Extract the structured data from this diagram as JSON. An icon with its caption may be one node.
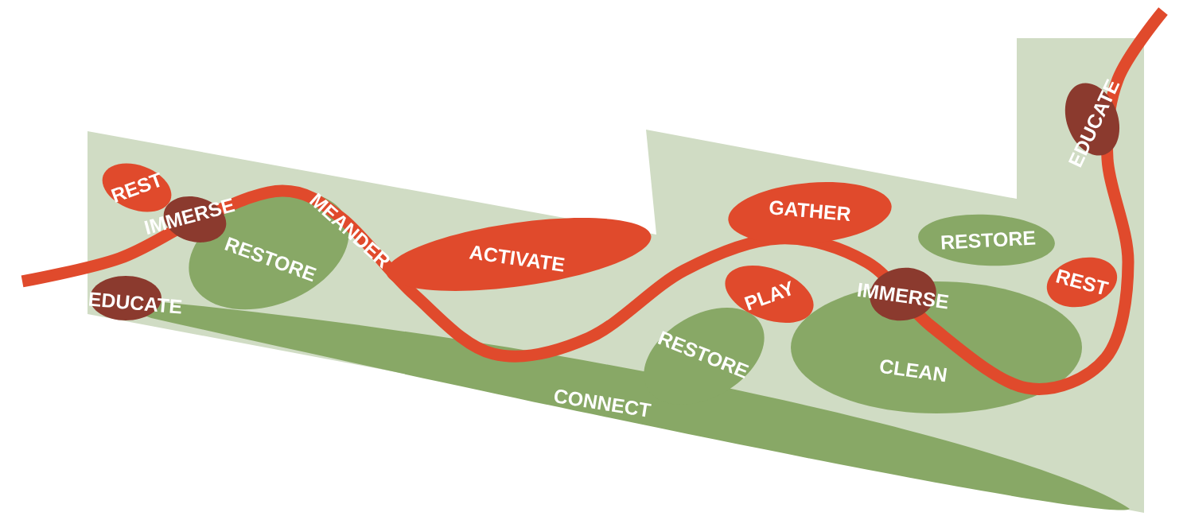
{
  "diagram": {
    "nodes": [
      {
        "text": [
          "REST"
        ]
      },
      {
        "text": [
          "IMMERSE"
        ]
      },
      {
        "text": [
          "RESTORE"
        ]
      },
      {
        "text": [
          "EDUCATE"
        ]
      },
      {
        "text": [
          "ACTIVATE"
        ]
      },
      {
        "text": [
          "GATHER"
        ]
      },
      {
        "text": [
          "RESTORE"
        ]
      },
      {
        "text": [
          "PLAY"
        ]
      },
      {
        "text": [
          "RESTORE"
        ]
      },
      {
        "text": [
          "IMMERSE"
        ]
      },
      {
        "text": [
          "CLEAN"
        ]
      },
      {
        "text": [
          "REST"
        ]
      },
      {
        "text": [
          "EDUCATE"
        ]
      },
      {
        "text": [
          "CONNECT"
        ]
      }
    ],
    "labels": [
      "MEANDER"
    ]
  }
}
